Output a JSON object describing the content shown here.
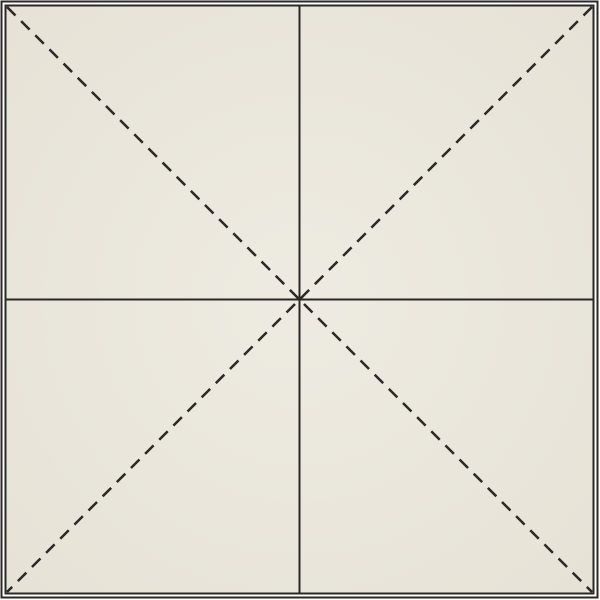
{
  "board": {
    "type": "mi-zi-ge practice grid",
    "colors": {
      "paper": "#e6e2d6",
      "paper_light": "#eeebe2",
      "line": "#2b2826",
      "page": "#ffffff"
    },
    "guides": {
      "center_lines": "solid",
      "diagonals": "dashed",
      "border": "double"
    }
  }
}
